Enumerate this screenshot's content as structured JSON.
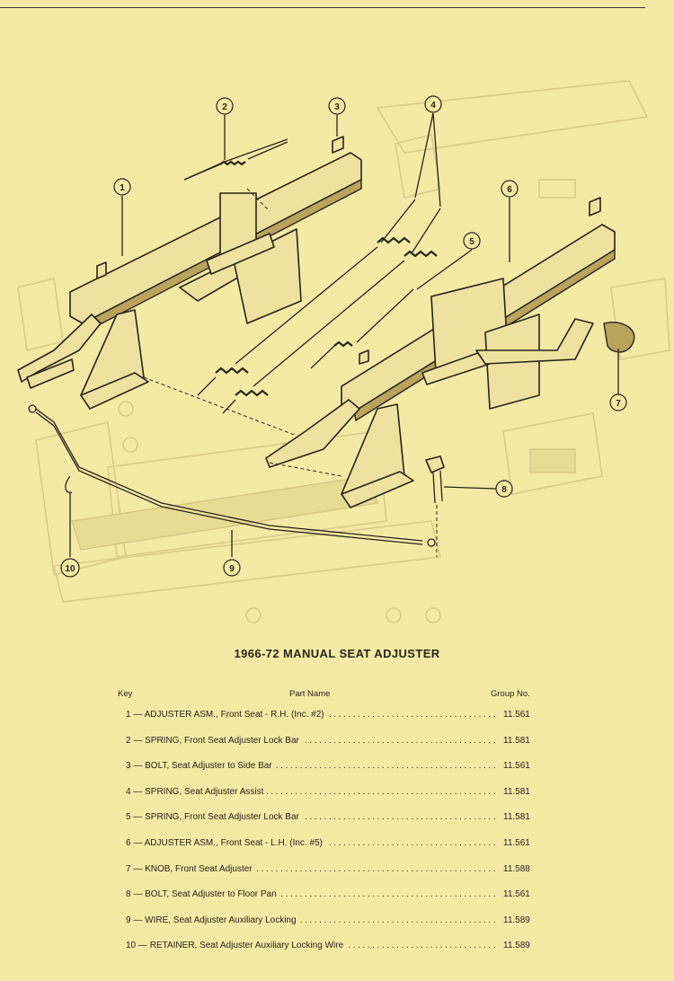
{
  "title": "1966-72 MANUAL SEAT ADJUSTER",
  "headers": {
    "key": "Key",
    "part_name": "Part Name",
    "group_no": "Group No."
  },
  "callouts": [
    "1",
    "2",
    "3",
    "4",
    "5",
    "6",
    "7",
    "8",
    "9",
    "10"
  ],
  "items": [
    {
      "key": "1",
      "name": "ADJUSTER ASM., Front Seat - R.H. (Inc. #2)",
      "group": "11.561"
    },
    {
      "key": "2",
      "name": "SPRING, Front Seat Adjuster Lock Bar",
      "group": "11.581"
    },
    {
      "key": "3",
      "name": "BOLT, Seat Adjuster to Side Bar",
      "group": "11.561"
    },
    {
      "key": "4",
      "name": "SPRING, Seat Adjuster Assist",
      "group": "11.581"
    },
    {
      "key": "5",
      "name": "SPRING, Front Seat Adjuster Lock Bar",
      "group": "11.581"
    },
    {
      "key": "6",
      "name": "ADJUSTER ASM., Front Seat - L.H. (Inc. #5)",
      "group": "11.561"
    },
    {
      "key": "7",
      "name": "KNOB, Front Seat Adjuster",
      "group": "11.588"
    },
    {
      "key": "8",
      "name": "BOLT, Seat Adjuster to Floor Pan",
      "group": "11.561"
    },
    {
      "key": "9",
      "name": "WIRE, Seat Adjuster Auxiliary Locking",
      "group": "11.589"
    },
    {
      "key": "10",
      "name": "RETAINER, Seat Adjuster Auxiliary Locking Wire",
      "group": "11.589"
    }
  ]
}
